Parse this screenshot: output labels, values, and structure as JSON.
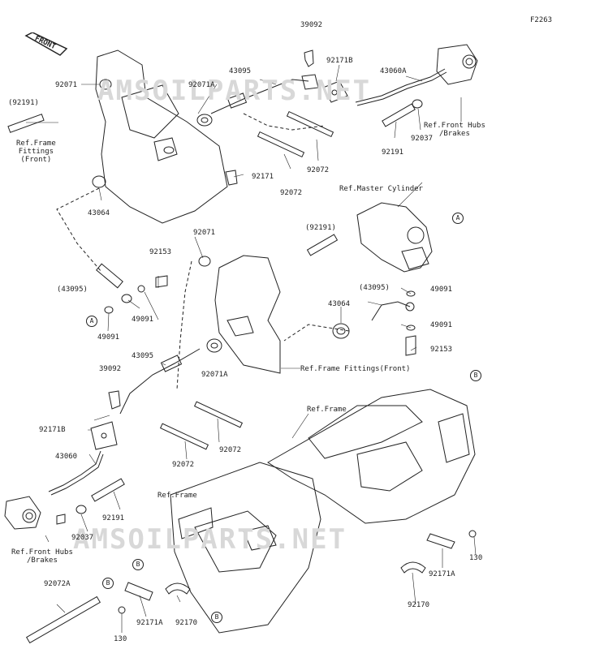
{
  "figure_code": "F2263",
  "front_label": "FRONT",
  "watermarks": [
    "AMSOILPARTS.NET",
    "AMSOILPARTS.NET"
  ],
  "parts": {
    "p39092_top": "39092",
    "p43095_top": "43095",
    "p92171b_top": "92171B",
    "p43060a": "43060A",
    "p92071_top": "92071",
    "p92071a_top": "92071A",
    "p92191_top_left": "(92191)",
    "p92191_top_right": "92191",
    "p92037_top": "92037",
    "p92072_top_a": "92072",
    "p92072_top_b": "92072",
    "p92171": "92171",
    "p43064_left": "43064",
    "p92191_mid": "(92191)",
    "p92071_mid": "92071",
    "p92153_left": "92153",
    "p43095_paren_left": "(43095)",
    "p49091_left_a": "49091",
    "p49091_left_b": "49091",
    "p43095_paren_right": "(43095)",
    "p43064_right": "43064",
    "p49091_right_a": "49091",
    "p49091_right_b": "49091",
    "p92153_right": "92153",
    "p43095_mid": "43095",
    "p92071a_mid": "92071A",
    "p39092_mid": "39092",
    "p92171b_mid": "92171B",
    "p92072_mid_a": "92072",
    "p92072_mid_b": "92072",
    "p43060": "43060",
    "p92191_low": "92191",
    "p92037_low": "92037",
    "p92072a": "92072A",
    "p92171a_low": "92171A",
    "p92170_low": "92170",
    "p130_low": "130",
    "p92171a_right": "92171A",
    "p92170_right": "92170",
    "p130_right": "130"
  },
  "refs": {
    "frame_fittings_front_left": [
      "Ref.Frame",
      "Fittings",
      "(Front)"
    ],
    "front_hubs_top": [
      "Ref.Front Hubs",
      "/Brakes"
    ],
    "master_cylinder": "Ref.Master Cylinder",
    "frame_fittings_front_mid": "Ref.Frame Fittings(Front)",
    "frame_mid": "Ref.Frame",
    "frame_low": "Ref.Frame",
    "front_hubs_low": [
      "Ref.Front Hubs",
      "/Brakes"
    ]
  },
  "callouts": {
    "a1": "A",
    "a2": "A",
    "b1": "B",
    "b2": "B",
    "b3": "B",
    "b4": "B"
  }
}
